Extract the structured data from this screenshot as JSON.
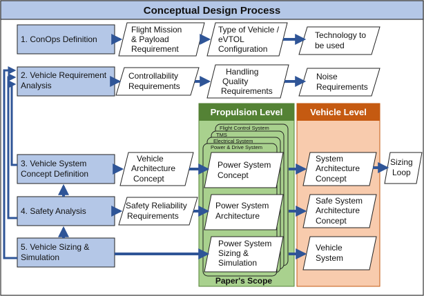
{
  "title": "Conceptual Design Process",
  "steps": [
    [
      "1. ConOps Definition"
    ],
    [
      "2. Vehicle Requirement",
      "Analysis"
    ],
    [
      "3. Vehicle System",
      "Concept Definition"
    ],
    [
      "4. Safety Analysis"
    ],
    [
      "5. Vehicle Sizing &",
      "Simulation"
    ]
  ],
  "row1": [
    [
      "Flight Mission",
      "& Payload",
      "Requirement"
    ],
    [
      "Type of Vehicle /",
      "eVTOL",
      "Configuration"
    ],
    [
      "Technology to",
      "be used"
    ]
  ],
  "row2": [
    [
      "Controllability",
      "Requirements"
    ],
    [
      "Handling",
      "Quality",
      "Requirements"
    ],
    [
      "Noise",
      "Requirements"
    ]
  ],
  "left_column": [
    [
      "Vehicle",
      "Architecture",
      "Concept"
    ],
    [
      "Safety Reliability",
      "Requirements"
    ]
  ],
  "propulsion": {
    "header": "Propulsion Level",
    "stack_labels": [
      "Flight Control System",
      "TMS",
      "Electrical System",
      "Power & Drive System"
    ],
    "boxes": [
      [
        "Power System",
        "Concept"
      ],
      [
        "Power System",
        "Architecture"
      ],
      [
        "Power System",
        "Sizing &",
        "Simulation"
      ]
    ],
    "footer": "Paper's Scope"
  },
  "vehicle": {
    "header": "Vehicle Level",
    "boxes": [
      [
        "System",
        "Architecture",
        "Concept"
      ],
      [
        "Safe System",
        "Architecture",
        "Concept"
      ],
      [
        "Vehicle",
        "System"
      ]
    ]
  },
  "sizing_loop": [
    "Sizing",
    "Loop"
  ],
  "colors": {
    "step_fill": "#b4c7e7",
    "arrow": "#2f5597",
    "propulsion_header": "#548235",
    "propulsion_panel": "#a9d18e",
    "propulsion_box": "#a9d18e",
    "vehicle_header": "#c55a11",
    "vehicle_panel": "#f8cbad"
  }
}
